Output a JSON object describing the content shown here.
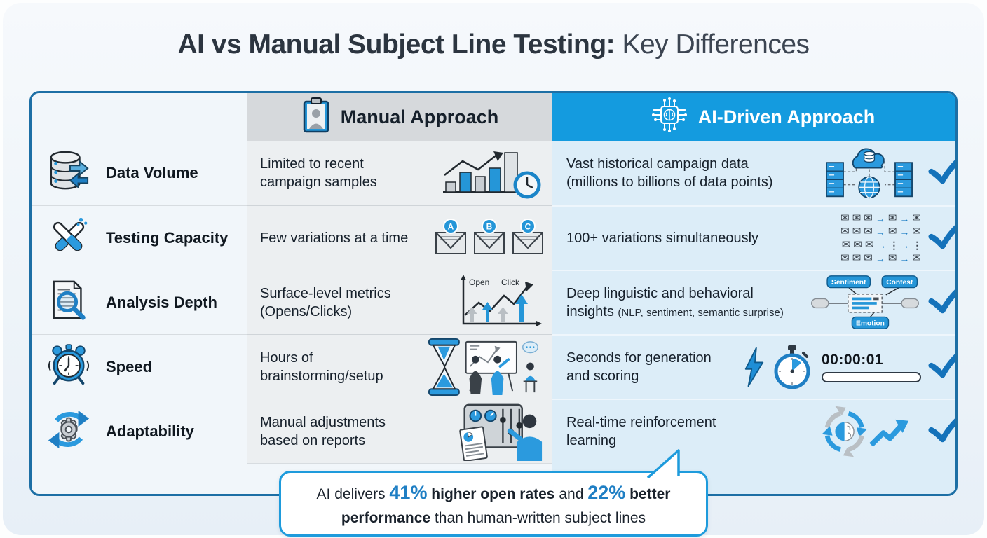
{
  "title": {
    "strong": "AI vs Manual Subject Line Testing:",
    "light": " Key Differences"
  },
  "table": {
    "headers": {
      "manual": "Manual Approach",
      "ai": "AI-Driven Approach"
    },
    "rows": [
      {
        "label": "Data Volume",
        "manual_text": "Limited to recent campaign samples",
        "ai_text": "Vast historical campaign data (millions to billions of data points)"
      },
      {
        "label": "Testing Capacity",
        "manual_text": "Few variations at a time",
        "ai_text": "100+ variations simultaneously"
      },
      {
        "label": "Analysis Depth",
        "manual_text": "Surface-level metrics (Opens/Clicks)",
        "ai_text": "Deep linguistic and behavioral insights ",
        "ai_subtext": "(NLP, sentiment, semantic surprise)"
      },
      {
        "label": "Speed",
        "manual_text": "Hours of brainstorming/setup",
        "ai_text": "Seconds for generation and scoring"
      },
      {
        "label": "Adaptability",
        "manual_text": "Manual adjustments based on reports",
        "ai_text": "Real-time reinforcement learning"
      }
    ]
  },
  "icons": {
    "envelope_letters": [
      "A",
      "B",
      "C"
    ],
    "manual_chart_labels": {
      "open": "Open",
      "click": "Click"
    },
    "nlp_tags": {
      "top_left": "Sentiment",
      "top_right": "Contest",
      "bottom": "Emotion"
    },
    "stopwatch_time": "00:00:01",
    "envelope_grid": [
      [
        "m",
        "m",
        "m",
        "a",
        "m",
        "a",
        "m"
      ],
      [
        "m",
        "m",
        "m",
        "a",
        "m",
        "a",
        "m"
      ],
      [
        "m",
        "m",
        "m",
        "a",
        "d",
        "a",
        "d"
      ],
      [
        "m",
        "m",
        "m",
        "a",
        "m",
        "a",
        "m"
      ]
    ]
  },
  "callout": {
    "s1": "AI delivers ",
    "s2": "41%",
    "s3": " higher open rates",
    "s4": " and ",
    "s5": "22%",
    "s6": " better performance",
    "s7": " than human-written subject lines"
  },
  "colors": {
    "header_blue": "#149bdf",
    "accent_blue": "#2596d8",
    "check_blue": "#1472ba",
    "table_border": "#1d6fa5",
    "callout_border": "#1e9bdc",
    "manual_header_gray": "#d6d9dc",
    "ai_cell_bg": "#dcedf8"
  }
}
